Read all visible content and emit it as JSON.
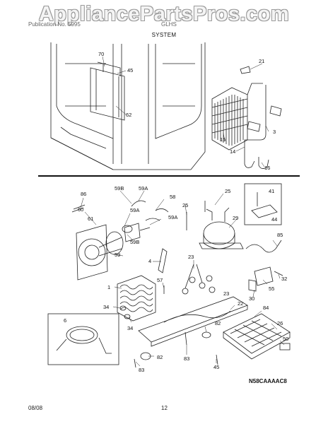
{
  "watermark": "AppliancePartsPros.com",
  "header": {
    "left": "Publication No. 5995",
    "right": "GLHS"
  },
  "section_title": "SYSTEM",
  "footer": {
    "date": "08/08",
    "page": "12"
  },
  "diagram_code": "N58CAAAAC8",
  "callouts": {
    "c70": "70",
    "c45a": "45",
    "c62": "62",
    "c21": "21",
    "c15": "15",
    "c3": "3",
    "c14": "14",
    "c16": "16",
    "c86": "86",
    "c59b1": "59B",
    "c59a1": "59A",
    "c58": "58",
    "c60": "60",
    "c59a2": "59A",
    "c61": "61",
    "c59a3": "59A",
    "c59b2": "59B",
    "c59": "59",
    "c25a": "25",
    "c25b": "25",
    "c29": "29",
    "c41": "41",
    "c44": "44",
    "c85": "85",
    "c4": "4",
    "c23a": "23",
    "c23b": "23",
    "c1": "1",
    "c57": "57",
    "c34a": "34",
    "c34b": "34",
    "c6": "6",
    "c55": "55",
    "c32": "32",
    "c30": "30",
    "c22": "22",
    "c84": "84",
    "c26": "26",
    "c82a": "82",
    "c50": "50",
    "c83a": "83",
    "c82b": "82",
    "c45b": "45",
    "c83b": "83"
  }
}
